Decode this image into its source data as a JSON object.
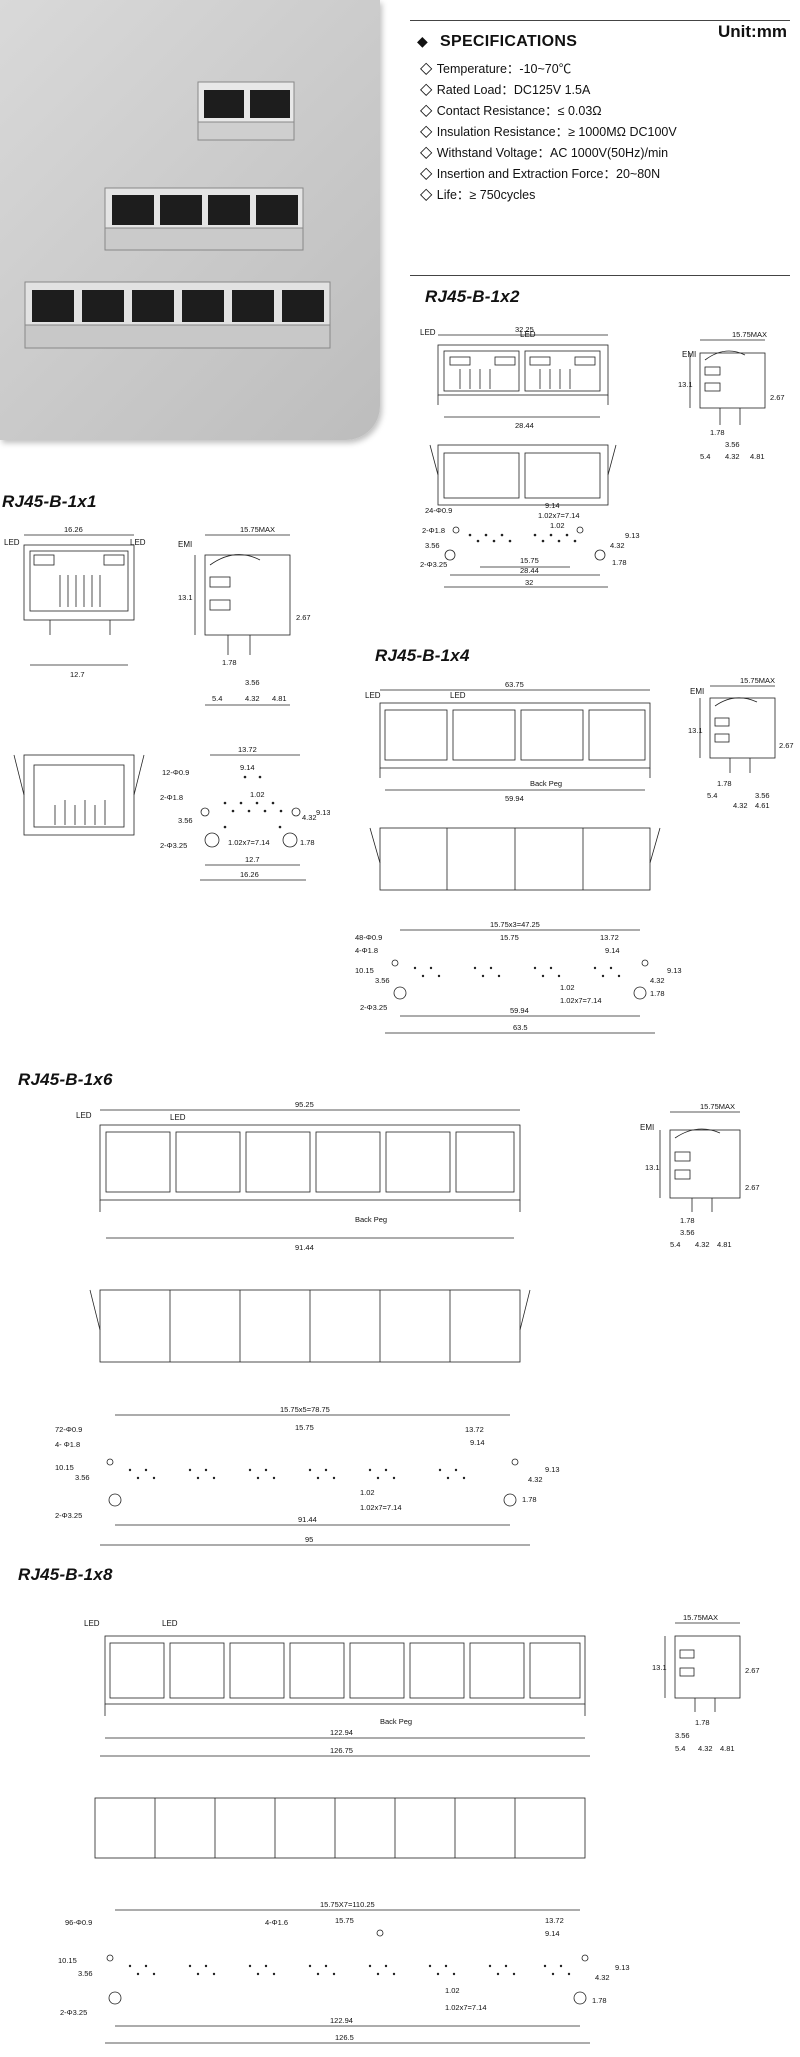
{
  "unit_label": "Unit:mm",
  "specifications": {
    "title": "SPECIFICATIONS",
    "items": [
      "Temperature：-10~70℃",
      "Rated Load：DC125V 1.5A",
      "Contact Resistance：≤ 0.03Ω",
      "Insulation Resistance：≥ 1000MΩ DC100V",
      "Withstand Voltage：AC 1000V(50Hz)/min",
      "Insertion and Extraction Force：20~80N",
      "Life：≥ 750cycles"
    ]
  },
  "sections": {
    "b1x1": {
      "title": "RJ45-B-1x1",
      "led_left": "LED",
      "led_right": "LED",
      "emi": "EMI",
      "width_top": "16.26",
      "width_bottom": "12.7",
      "side_top": "15.75MAX",
      "side_height": "13.1",
      "side_h2": "2.67",
      "side_d1": "1.78",
      "side_d2": "3.56",
      "side_d3": "5.4",
      "side_d4": "4.32",
      "side_d5": "4.81",
      "pcb_top": "13.72",
      "pcb_pins": "12-Φ0.9",
      "pcb_914": "9.14",
      "pcb_holes": "2-Φ1.8",
      "pcb_102": "1.02",
      "pcb_356": "3.56",
      "pcb_432": "4.32",
      "pcb_913": "9.13",
      "pcb_pitch": "1.02x7=7.14",
      "pcb_178": "1.78",
      "pcb_peg": "2-Φ3.25",
      "pcb_127": "12.7",
      "pcb_1626": "16.26"
    },
    "b1x2": {
      "title": "RJ45-B-1x2",
      "led_a": "LED",
      "led_b": "LED",
      "emi": "EMI",
      "width_top": "32.25",
      "width_bottom": "28.44",
      "side_top": "15.75MAX",
      "side_height": "13.1",
      "side_h2": "2.67",
      "side_d1": "1.78",
      "side_d2": "3.56",
      "side_d3": "5.4",
      "side_d4": "4.32",
      "side_d5": "4.81",
      "pcb_914": "9.14",
      "pcb_pins": "24-Φ0.9",
      "pcb_pitch": "1.02x7=7.14",
      "pcb_holes": "2-Φ1.8",
      "pcb_102": "1.02",
      "pcb_356": "3.56",
      "pcb_432": "4.32",
      "pcb_913": "9.13",
      "pcb_1575": "15.75",
      "pcb_178": "1.78",
      "pcb_peg": "2-Φ3.25",
      "pcb_2844": "28.44",
      "pcb_32": "32"
    },
    "b1x4": {
      "title": "RJ45-B-1x4",
      "led_a": "LED",
      "led_b": "LED",
      "emi": "EMI",
      "width_top": "63.75",
      "width_bottom": "59.94",
      "back_peg": "Back Peg",
      "side_top": "15.75MAX",
      "side_height": "13.1",
      "side_h2": "2.67",
      "side_d1": "1.78",
      "side_d2": "3.56",
      "side_d3": "5.4",
      "side_d4": "4.32",
      "side_d5": "4.61",
      "pcb_span": "15.75x3=47.25",
      "pcb_1575": "15.75",
      "pcb_1372": "13.72",
      "pcb_pins": "48-Φ0.9",
      "pcb_914": "9.14",
      "pcb_holes": "4-Φ1.8",
      "pcb_1015": "10.15",
      "pcb_356": "3.56",
      "pcb_432": "4.32",
      "pcb_913": "9.13",
      "pcb_178": "1.78",
      "pcb_102": "1.02",
      "pcb_pitch": "1.02x7=7.14",
      "pcb_peg": "2-Φ3.25",
      "pcb_5994": "59.94",
      "pcb_635": "63.5"
    },
    "b1x6": {
      "title": "RJ45-B-1x6",
      "led_a": "LED",
      "led_b": "LED",
      "emi": "EMI",
      "width_top": "95.25",
      "width_bottom": "91.44",
      "back_peg": "Back Peg",
      "side_top": "15.75MAX",
      "side_height": "13.1",
      "side_h2": "2.67",
      "side_d1": "1.78",
      "side_d2": "3.56",
      "side_d3": "5.4",
      "side_d4": "4.32",
      "side_d5": "4.81",
      "pcb_span": "15.75x5=78.75",
      "pcb_1575": "15.75",
      "pcb_1372": "13.72",
      "pcb_pins": "72-Φ0.9",
      "pcb_914": "9.14",
      "pcb_holes": "4- Φ1.8",
      "pcb_1015": "10.15",
      "pcb_356": "3.56",
      "pcb_432": "4.32",
      "pcb_913": "9.13",
      "pcb_178": "1.78",
      "pcb_102": "1.02",
      "pcb_pitch": "1.02x7=7.14",
      "pcb_peg": "2-Φ3.25",
      "pcb_9144": "91.44",
      "pcb_95": "95"
    },
    "b1x8": {
      "title": "RJ45-B-1x8",
      "led_a": "LED",
      "led_b": "LED",
      "width_a": "122.94",
      "width_b": "126.75",
      "back_peg": "Back Peg",
      "side_top": "15.75MAX",
      "side_height": "13.1",
      "side_h2": "2.67",
      "side_d1": "1.78",
      "side_d2": "3.56",
      "side_d3": "5.4",
      "side_d4": "4.32",
      "side_d5": "4.81",
      "pcb_span": "15.75X7=110.25",
      "pcb_holes": "4-Φ1.6",
      "pcb_1575": "15.75",
      "pcb_pins": "96-Φ0.9",
      "pcb_1372": "13.72",
      "pcb_914": "9.14",
      "pcb_1015": "10.15",
      "pcb_356": "3.56",
      "pcb_432": "4.32",
      "pcb_913": "9.13",
      "pcb_178": "1.78",
      "pcb_102": "1.02",
      "pcb_pitch": "1.02x7=7.14",
      "pcb_peg": "2-Φ3.25",
      "pcb_12294": "122.94",
      "pcb_1265": "126.5"
    }
  }
}
